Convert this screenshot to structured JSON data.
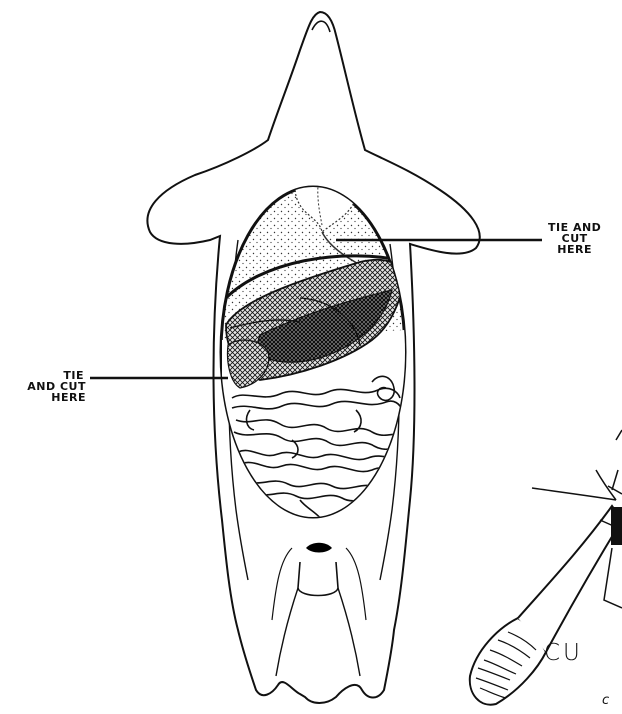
{
  "labels": {
    "tie_cut_right": [
      "TIE AND",
      "CUT",
      "HERE"
    ],
    "tie_cut_left": [
      "TIE",
      "AND CUT",
      "HERE"
    ]
  },
  "handwriting": {
    "main": "CU",
    "sub": "c"
  }
}
